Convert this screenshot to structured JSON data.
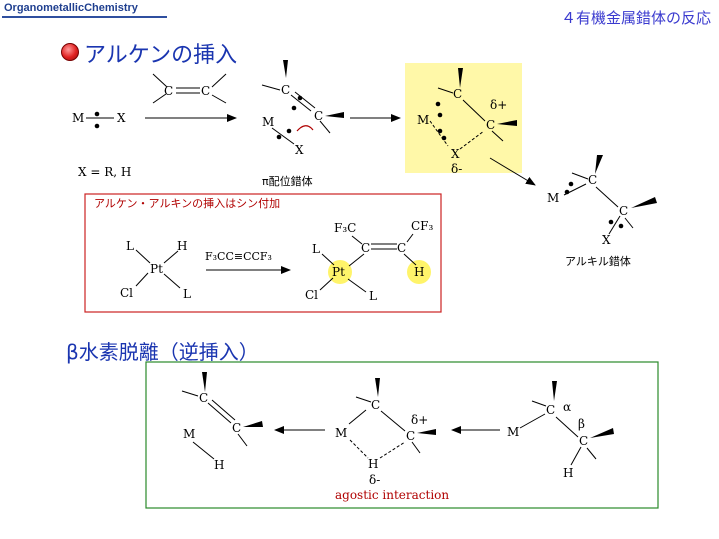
{
  "header": {
    "course": "OrganometallicChemistry",
    "chapter": "４有機金属錯体の反応"
  },
  "section1": {
    "title": "アルケンの挿入"
  },
  "section2": {
    "title": "β水素脱離（逆挿入）"
  },
  "labels": {
    "M": "M",
    "X": "X",
    "C": "C",
    "H": "H",
    "Pt": "Pt",
    "L": "L",
    "Cl": "Cl",
    "F3C": "F₃C",
    "CF3": "CF₃",
    "reagent": "F₃CC≡CCF₃",
    "delta_plus": "δ+",
    "delta_minus": "δ-",
    "alpha": "α",
    "beta": "β",
    "x_def": "X = R, H",
    "pi_complex": "π配位錯体",
    "alkyl_complex": "アルキル錯体",
    "syn_note": "アルケン・アルキンの挿入はシン付加",
    "agostic": "agostic interaction"
  },
  "colors": {
    "title_blue": "#1a35b0",
    "highlight_yellow": "#fff8a8",
    "note_red": "#b00000",
    "box_red": "#cc2222",
    "box_green": "#2a8a2a"
  }
}
